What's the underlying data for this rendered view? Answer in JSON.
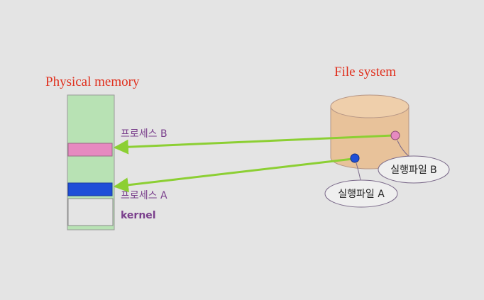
{
  "memory": {
    "title": "Physical memory",
    "process_b_label": "프로세스 B",
    "process_a_label": "프로세스 A",
    "kernel_label": "kernel"
  },
  "filesystem": {
    "title": "File system",
    "file_a_label": "실행파일 A",
    "file_b_label": "실행파일 B"
  },
  "colors": {
    "background": "#e4e4e4",
    "title": "#e0301e",
    "label": "#7a3f8c",
    "memory_fill": "#b8e2b4",
    "process_b": "#e68ac0",
    "process_a": "#1f4fd8",
    "cylinder": "#e8c29a",
    "cylinder_stroke": "#a88",
    "arrow": "#8ccf33"
  }
}
